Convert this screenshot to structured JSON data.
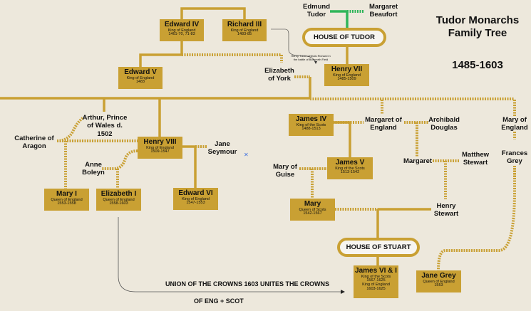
{
  "title": {
    "line1": "Tudor Monarchs",
    "line2": "Family Tree",
    "years": "1485-1603"
  },
  "houses": {
    "tudor": "HOUSE OF TUDOR",
    "stuart": "HOUSE OF STUART"
  },
  "annotation": "Henry Tudor defeats Richard in the battle of Bosworth Field",
  "union": {
    "line1": "UNION OF THE CROWNS 1603 UNITES THE CROWNS",
    "line2": "OF ENG + SCOT"
  },
  "monarchs": {
    "edward_iv": {
      "name": "Edward IV",
      "title": "King of England",
      "dates": "1461-70, 71-83"
    },
    "richard_iii": {
      "name": "Richard III",
      "title": "King of England",
      "dates": "1483-85"
    },
    "edward_v": {
      "name": "Edward V",
      "title": "King of England",
      "dates": "1483"
    },
    "henry_vii": {
      "name": "Henry VII",
      "title": "King of England",
      "dates": "1485-1509"
    },
    "henry_viii": {
      "name": "Henry VIII",
      "title": "King of England",
      "dates": "1509-1547"
    },
    "mary_i": {
      "name": "Mary I",
      "title": "Queen of England",
      "dates": "1553-1558"
    },
    "elizabeth_i": {
      "name": "Elizabeth I",
      "title": "Queen of England",
      "dates": "1558-1603"
    },
    "edward_vi": {
      "name": "Edward VI",
      "title": "King of England",
      "dates": "1547-1553"
    },
    "james_iv": {
      "name": "James IV",
      "title": "King of the Scots",
      "dates": "1488-1513"
    },
    "james_v": {
      "name": "James V",
      "title": "King of the Scots",
      "dates": "1513-1542"
    },
    "mary_scots": {
      "name": "Mary",
      "title": "Queen of Scots",
      "dates": "1542-1567"
    },
    "james_vi": {
      "name": "James VI & I",
      "title": "King of the Scots",
      "dates": "1567-1625",
      "title2": "King of England",
      "dates2": "1603-1625"
    },
    "jane_grey": {
      "name": "Jane Grey",
      "title": "Queen of England",
      "dates": "1553"
    }
  },
  "people": {
    "edmund_tudor": "Edmund Tudor",
    "margaret_beaufort": "Margaret Beaufort",
    "elizabeth_york": "Elizabeth of York",
    "arthur": "Arthur, Prince of Wales d. 1502",
    "catherine": "Catherine of Aragon",
    "anne_boleyn": "Anne Boleyn",
    "jane_seymour": "Jane Seymour",
    "margaret_england": "Margaret of England",
    "archibald": "Archibald Douglas",
    "mary_england": "Mary of England",
    "frances_grey": "Frances Grey",
    "mary_guise": "Mary of Guise",
    "margaret": "Margaret",
    "matthew_stewart": "Matthew Stewart",
    "henry_stewart": "Henry Stewart"
  },
  "colors": {
    "background": "#ede8dc",
    "gold": "#c9a033",
    "green": "#2fb55a"
  }
}
